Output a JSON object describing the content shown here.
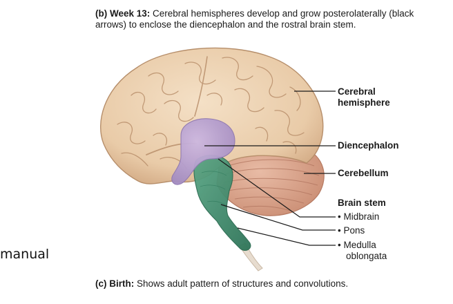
{
  "caption_top": {
    "lead": "(b) Week 13:",
    "text": " Cerebral hemispheres develop and grow posterolaterally (black arrows) to enclose the diencephalon and the rostral brain stem."
  },
  "caption_bottom": {
    "lead": "(c) Birth:",
    "text": " Shows adult pattern of structures and convolutions."
  },
  "side_fragment": "manual",
  "labels": {
    "cerebral_line1": "Cerebral",
    "cerebral_line2": "hemisphere",
    "diencephalon": "Diencephalon",
    "cerebellum": "Cerebellum",
    "brain_stem": "Brain stem",
    "midbrain": "Midbrain",
    "pons": "Pons",
    "medulla_line1": "Medulla",
    "medulla_line2": "oblongata"
  },
  "colors": {
    "cerebrum": "#ecd2b2",
    "cerebrum_dark": "#c9a27c",
    "diencephalon": "#b9a3cf",
    "cerebellum": "#d9a48c",
    "brainstem": "#3f8b6f",
    "leader": "#1a1a1a"
  }
}
